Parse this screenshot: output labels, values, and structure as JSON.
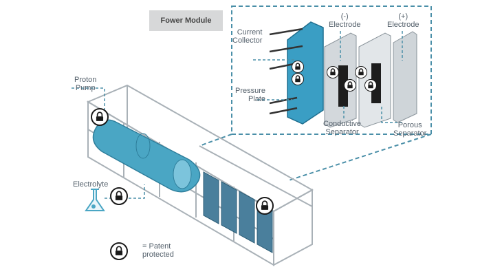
{
  "module_title": "Fower Module",
  "labels": {
    "proton_pump": [
      "Proton",
      "Pump"
    ],
    "electrolyte": "Electrolyte",
    "current_collector": [
      "Current",
      "Collector"
    ],
    "pressure_plate": [
      "Pressure",
      "Plate"
    ],
    "neg_electrode": [
      "(-)",
      "Electrode"
    ],
    "pos_electrode": [
      "(+)",
      "Electrode"
    ],
    "conductive_separator": [
      "Conductive",
      "Separator"
    ],
    "porous_separator": [
      "Porous",
      "Separator"
    ]
  },
  "legend": [
    "= Patent",
    "protected"
  ],
  "icons": {
    "lock": "padlock-icon",
    "flask": "flask-icon"
  },
  "colors": {
    "dashed_line": "#4a8fa8",
    "tank": "#4aa6c4",
    "frame": "#a9b1b7",
    "plate": "#3a9ec4"
  }
}
